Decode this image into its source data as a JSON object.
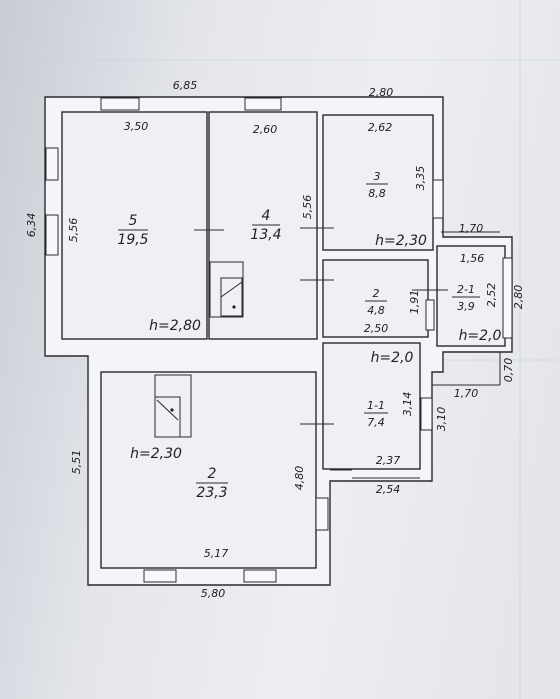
{
  "dimensions": {
    "top_left": "6,85",
    "top_right": "2,80",
    "left_height": "6,34",
    "left_height_lower": "5,51",
    "bottom": "5,80",
    "annex_width": "1,70",
    "annex_height": "2,80",
    "annex_gap": "0,70",
    "annex_width_lower": "1,70",
    "hall_width": "3,10"
  },
  "rooms": {
    "r5": {
      "num": "5",
      "area": "19,5",
      "width": "3,50",
      "height": "5,56",
      "h": "h=2,80"
    },
    "r4": {
      "num": "4",
      "area": "13,4",
      "width": "2,60",
      "height": "5,56"
    },
    "r3": {
      "num": "3",
      "area": "8,8",
      "width": "2,62",
      "height": "3,35",
      "h": "h=2,30"
    },
    "r2s": {
      "num": "2",
      "area": "4,8",
      "width": "2,50",
      "height": "1,91"
    },
    "r21": {
      "num": "2-1",
      "area": "3,9",
      "width": "1,56",
      "height": "2,52",
      "h": "h=2,0"
    },
    "r11": {
      "num": "1-1",
      "area": "7,4",
      "height": "3,14",
      "width_in": "2,37",
      "width_out": "2,54",
      "h": "h=2,0"
    },
    "r2b": {
      "num": "2",
      "area": "23,3",
      "width": "5,17",
      "height": "4,80",
      "h": "h=2,30"
    }
  }
}
